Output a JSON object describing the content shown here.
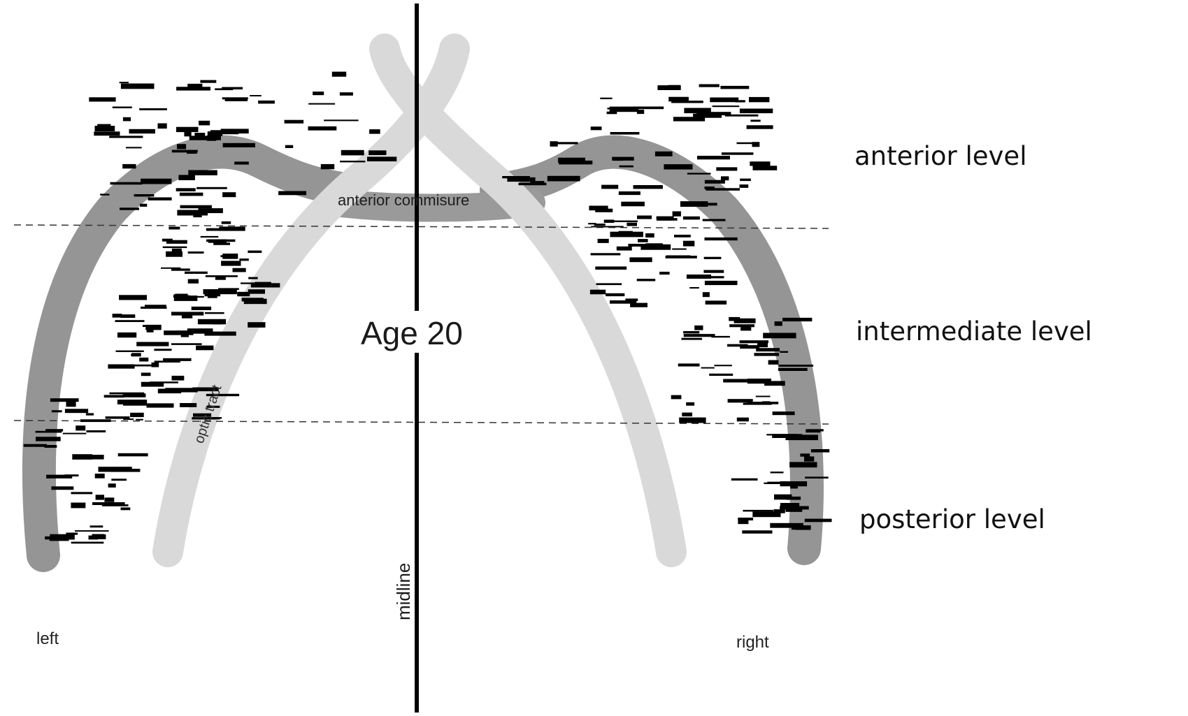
{
  "figure": {
    "age_label": "Age 20",
    "anterior_commissure_label": "anterior commisure",
    "optic_tract_label": "optic tract",
    "midline_label": "midline",
    "left_label": "left",
    "right_label": "right"
  },
  "levels": {
    "anterior": "anterior level",
    "intermediate": "intermediate level",
    "posterior": "posterior level"
  },
  "colors": {
    "dark_tract": "#959595",
    "optic_tract": "#d9d9d9",
    "commissure": "#9a9a9a",
    "marks": "#000000"
  }
}
